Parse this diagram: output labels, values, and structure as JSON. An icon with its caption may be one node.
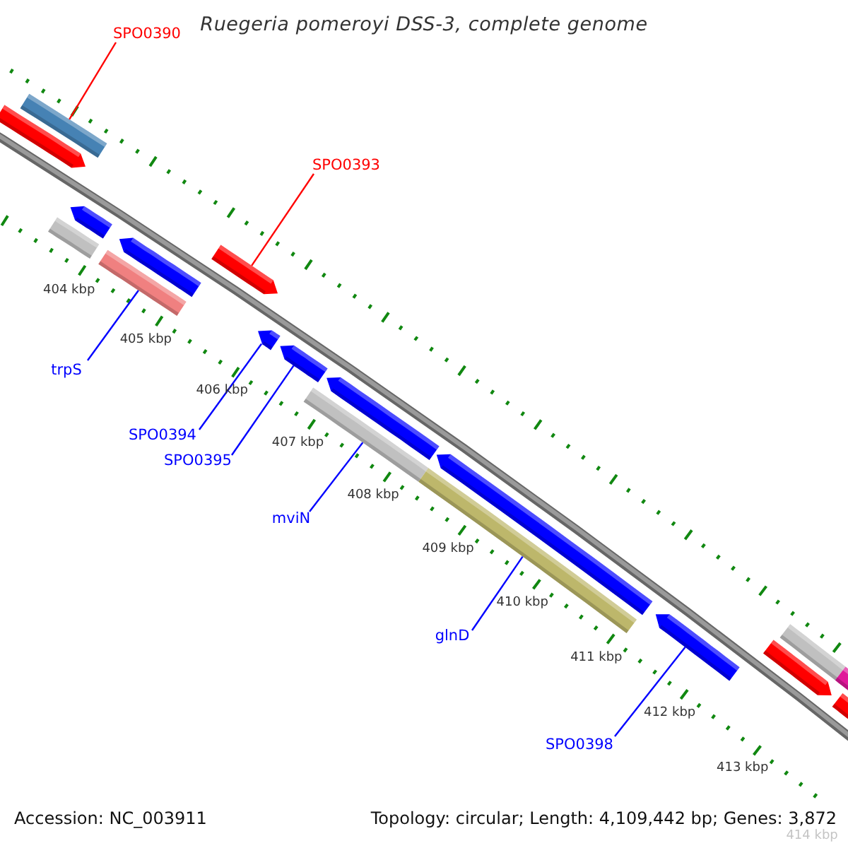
{
  "diagram": {
    "title": "Ruegeria pomeroyi DSS-3, complete genome",
    "nodes": [
      {
        "text": [
          "SPO0390"
        ]
      },
      {
        "text": [],
        "shape": "bar"
      },
      {
        "text": [],
        "shape": "arrow"
      },
      {
        "text": [
          "SPO0393"
        ]
      },
      {
        "text": [],
        "shape": "arrow"
      },
      {
        "text": [],
        "shape": "arrow"
      },
      {
        "text": [],
        "shape": "bar"
      },
      {
        "text": [],
        "shape": "arrow"
      },
      {
        "text": [],
        "shape": "bar"
      },
      {
        "text": [
          "trpS"
        ]
      },
      {
        "text": [],
        "shape": "arrow"
      },
      {
        "text": [],
        "shape": "arrow"
      },
      {
        "text": [
          "SPO0394"
        ]
      },
      {
        "text": [
          "SPO0395"
        ]
      },
      {
        "text": [],
        "shape": "arrow"
      },
      {
        "text": [],
        "shape": "bar"
      },
      {
        "text": [
          "mviN"
        ]
      },
      {
        "text": [],
        "shape": "arrow"
      },
      {
        "text": [],
        "shape": "bar"
      },
      {
        "text": [
          "glnD"
        ]
      },
      {
        "text": [],
        "shape": "arrow"
      },
      {
        "text": [
          "SPO0398"
        ]
      },
      {
        "text": [],
        "shape": "bar"
      },
      {
        "text": [],
        "shape": "bar"
      },
      {
        "text": [],
        "shape": "arrow"
      },
      {
        "text": [],
        "shape": "bar"
      }
    ],
    "edges": [
      {
        "from": 0,
        "to": 1,
        "arrow": "none",
        "color": "#ff0000"
      },
      {
        "from": 3,
        "to": 4,
        "arrow": "none",
        "color": "#ff0000"
      },
      {
        "from": 9,
        "to": 8,
        "arrow": "none"
      },
      {
        "from": 12,
        "to": 10,
        "arrow": "none"
      },
      {
        "from": 13,
        "to": 11,
        "arrow": "none"
      },
      {
        "from": 16,
        "to": 15,
        "arrow": "none"
      },
      {
        "from": 19,
        "to": 18,
        "arrow": "none"
      },
      {
        "from": 21,
        "to": 20,
        "arrow": "none"
      }
    ],
    "labels": [
      "404 kbp",
      "405 kbp",
      "406 kbp",
      "407 kbp",
      "408 kbp",
      "409 kbp",
      "410 kbp",
      "411 kbp",
      "412 kbp",
      "413 kbp",
      "414 kbp",
      "Accession: NC_003911",
      "Topology: circular; Length: 4,109,442 bp; Genes: 3,872"
    ]
  }
}
